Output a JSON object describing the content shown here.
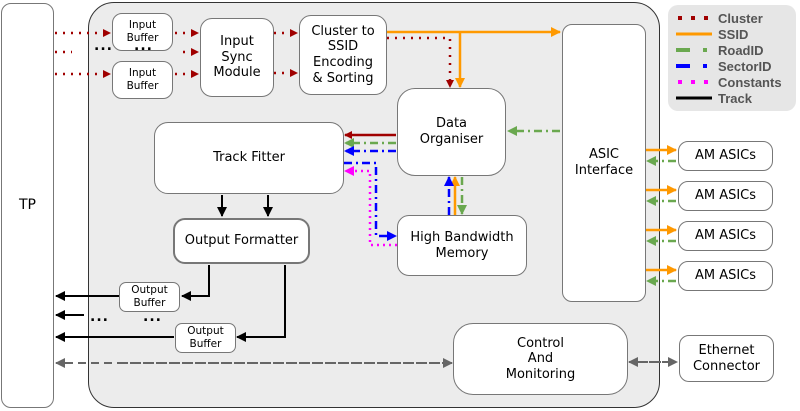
{
  "blocks": {
    "tp": "TP",
    "input_buffer_1": "Input\nBuffer",
    "input_buffer_2": "Input\nBuffer",
    "input_sync": "Input\nSync\nModule",
    "cluster_ssid": "Cluster to\nSSID\nEncoding\n& Sorting",
    "data_organiser": "Data\nOrganiser",
    "track_fitter": "Track Fitter",
    "output_formatter": "Output Formatter",
    "hbm": "High Bandwidth\nMemory",
    "asic_interface": "ASIC\nInterface",
    "am_asics": [
      "AM ASICs",
      "AM ASICs",
      "AM ASICs",
      "AM ASICs"
    ],
    "output_buffer_1": "Output\nBuffer",
    "output_buffer_2": "Output\nBuffer",
    "control": "Control\nAnd\nMonitoring",
    "ethernet": "Ethernet\nConnector"
  },
  "ellipsis": "...",
  "legend": [
    {
      "label": "Cluster",
      "color": "#a00000",
      "style": "dotted"
    },
    {
      "label": "SSID",
      "color": "#ff9900",
      "style": "solid"
    },
    {
      "label": "RoadID",
      "color": "#6aa84f",
      "style": "dash-dot"
    },
    {
      "label": "SectorID",
      "color": "#0000ff",
      "style": "dash-dot"
    },
    {
      "label": "Constants",
      "color": "#ff00ff",
      "style": "dotted"
    },
    {
      "label": "Track",
      "color": "#000000",
      "style": "solid"
    }
  ]
}
